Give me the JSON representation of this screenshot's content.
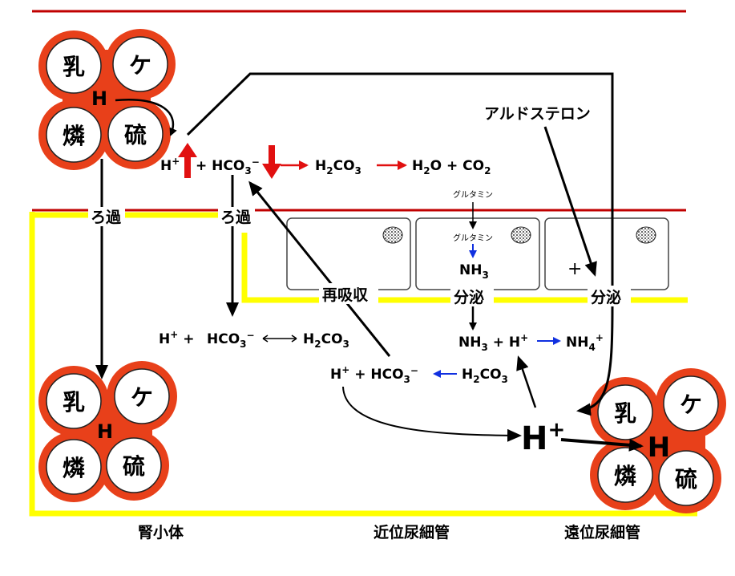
{
  "colors": {
    "accent_red": "#E8401A",
    "line_red": "#C00000",
    "arrow_red": "#E11010",
    "tubule_yellow": "#FFFF00",
    "arrow_blue": "#1030E0"
  },
  "acid_molecules": {
    "acid_label_1": "乳",
    "acid_label_2": "ケ",
    "acid_label_3": "燐",
    "acid_label_4": "硫",
    "hydrogen": "H"
  },
  "labels": {
    "filtration": "ろ過",
    "reabsorption": "再吸収",
    "secretion": "分泌",
    "aldosterone": "アルドステロン",
    "glutamine": "グルタミン",
    "plus_sign": "+"
  },
  "equations": {
    "top_plus_1": "+ HCO",
    "top_h2co3": "H",
    "top_water": "H",
    "top_co2": "+ CO"
  },
  "footer": {
    "glomerulus": "腎小体",
    "proximal": "近位尿細管",
    "distal": "遠位尿細管"
  }
}
